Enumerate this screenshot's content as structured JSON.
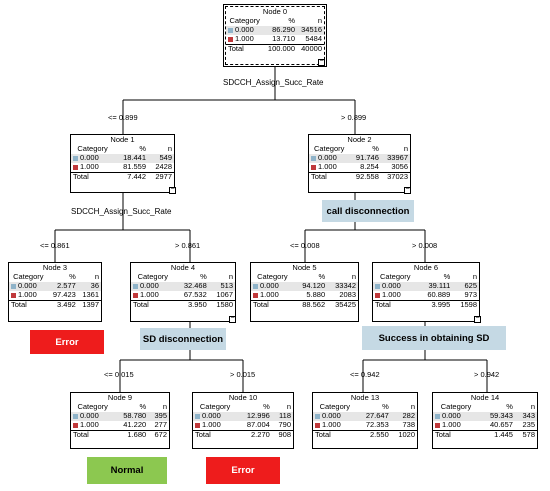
{
  "colors": {
    "category_0": "#8fb3c9",
    "category_1": "#c0393b",
    "error_box": "#ee1c1c",
    "normal_box": "#8cc850",
    "annotation_box": "#c5d9e4"
  },
  "headers": {
    "category": "Category",
    "percent": "%",
    "n": "n",
    "total": "Total"
  },
  "nodes": {
    "n0": {
      "title": "Node 0",
      "rows": [
        [
          "0.000",
          "86.290",
          "34516"
        ],
        [
          "1.000",
          "13.710",
          "5484"
        ]
      ],
      "total": [
        "100.000",
        "40000"
      ]
    },
    "n1": {
      "title": "Node 1",
      "rows": [
        [
          "0.000",
          "18.441",
          "549"
        ],
        [
          "1.000",
          "81.559",
          "2428"
        ]
      ],
      "total": [
        "7.442",
        "2977"
      ]
    },
    "n2": {
      "title": "Node 2",
      "rows": [
        [
          "0.000",
          "91.746",
          "33967"
        ],
        [
          "1.000",
          "8.254",
          "3056"
        ]
      ],
      "total": [
        "92.558",
        "37023"
      ]
    },
    "n3": {
      "title": "Node 3",
      "rows": [
        [
          "0.000",
          "2.577",
          "36"
        ],
        [
          "1.000",
          "97.423",
          "1361"
        ]
      ],
      "total": [
        "3.492",
        "1397"
      ]
    },
    "n4": {
      "title": "Node 4",
      "rows": [
        [
          "0.000",
          "32.468",
          "513"
        ],
        [
          "1.000",
          "67.532",
          "1067"
        ]
      ],
      "total": [
        "3.950",
        "1580"
      ]
    },
    "n5": {
      "title": "Node 5",
      "rows": [
        [
          "0.000",
          "94.120",
          "33342"
        ],
        [
          "1.000",
          "5.880",
          "2083"
        ]
      ],
      "total": [
        "88.562",
        "35425"
      ]
    },
    "n6": {
      "title": "Node 6",
      "rows": [
        [
          "0.000",
          "39.111",
          "625"
        ],
        [
          "1.000",
          "60.889",
          "973"
        ]
      ],
      "total": [
        "3.995",
        "1598"
      ]
    },
    "n9": {
      "title": "Node 9",
      "rows": [
        [
          "0.000",
          "58.780",
          "395"
        ],
        [
          "1.000",
          "41.220",
          "277"
        ]
      ],
      "total": [
        "1.680",
        "672"
      ]
    },
    "n10": {
      "title": "Node 10",
      "rows": [
        [
          "0.000",
          "12.996",
          "118"
        ],
        [
          "1.000",
          "87.004",
          "790"
        ]
      ],
      "total": [
        "2.270",
        "908"
      ]
    },
    "n13": {
      "title": "Node 13",
      "rows": [
        [
          "0.000",
          "27.647",
          "282"
        ],
        [
          "1.000",
          "72.353",
          "738"
        ]
      ],
      "total": [
        "2.550",
        "1020"
      ]
    },
    "n14": {
      "title": "Node 14",
      "rows": [
        [
          "0.000",
          "59.343",
          "343"
        ],
        [
          "1.000",
          "40.657",
          "235"
        ]
      ],
      "total": [
        "1.445",
        "578"
      ]
    }
  },
  "split_labels": {
    "root": "SDCCH_Assign_Succ_Rate",
    "node1": "SDCCH_Assign_Succ_Rate"
  },
  "branch_labels": {
    "n1": "<= 0.899",
    "n2": "> 0.899",
    "n3": "<= 0.861",
    "n4": "> 0.861",
    "n5": "<= 0.008",
    "n6": "> 0.008",
    "n9": "<= 0.015",
    "n10": "> 0.015",
    "n13": "<= 0.942",
    "n14": "> 0.942"
  },
  "annotations": {
    "call_disconnection": "call disconnection",
    "sd_disconnection": "SD disconnection",
    "success_sd": "Success in obtaining SD",
    "error_1": "Error",
    "error_2": "Error",
    "normal": "Normal"
  },
  "collapse_symbol": "−"
}
